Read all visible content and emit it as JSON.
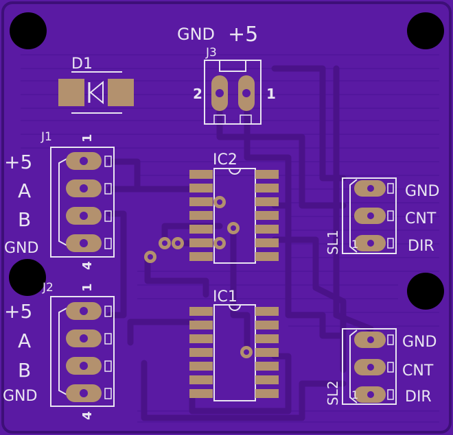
{
  "colors": {
    "board": "#5a1aa3",
    "board_edge": "#3d0f78",
    "trace": "#4a1289",
    "trace_light": "#6a2ab8",
    "silk": "#eae6f2",
    "copper": "#b3916e",
    "hole": "#000000"
  },
  "header": {
    "gnd": "GND",
    "plus5": "+5"
  },
  "components": {
    "d1": {
      "ref": "D1"
    },
    "j3": {
      "ref": "J3",
      "pin2": "2",
      "pin1": "1"
    },
    "j1": {
      "ref": "J1",
      "pin1": "1",
      "pin4": "4",
      "labels": [
        "+5",
        "A",
        "B",
        "GND"
      ]
    },
    "j2": {
      "ref": "J2",
      "pin1": "1",
      "pin4": "4",
      "labels": [
        "+5",
        "A",
        "B",
        "GND"
      ]
    },
    "ic1": {
      "ref": "IC1"
    },
    "ic2": {
      "ref": "IC2"
    },
    "sl1": {
      "ref": "SL1",
      "pin1": "1",
      "labels": [
        "GND",
        "CNT",
        "DIR"
      ]
    },
    "sl2": {
      "ref": "SL2",
      "pin1": "1",
      "labels": [
        "GND",
        "CNT",
        "DIR"
      ]
    }
  }
}
